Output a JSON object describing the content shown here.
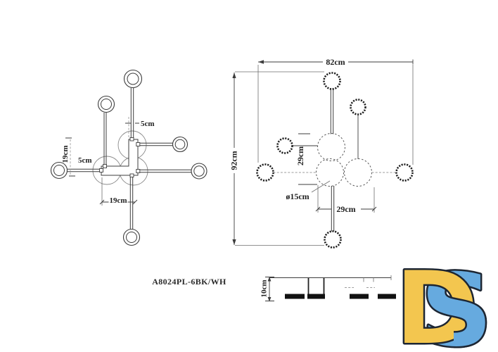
{
  "top_view_detail": {
    "dims": {
      "bar_width_top": "5cm",
      "bracket_height": "19cm",
      "bar_width_left": "5cm",
      "bracket_width": "19cm"
    }
  },
  "top_view_overall": {
    "dims": {
      "overall_width": "82cm",
      "overall_height": "92cm",
      "cluster_height": "29cm",
      "cluster_width": "29cm",
      "shade_diameter": "ø15cm"
    }
  },
  "side_view": {
    "dims": {
      "height": "10cm"
    }
  },
  "model_number": "A8024PL-6BK/WH",
  "logo": {
    "letter_d": "D",
    "letter_s": "S",
    "d_fill": "#F3C64F",
    "s_fill": "#66AADF",
    "outline": "#1D2633"
  },
  "drawing_colors": {
    "line": "#3C3C3C",
    "faint": "#999999",
    "background": "#FFFFFF"
  }
}
